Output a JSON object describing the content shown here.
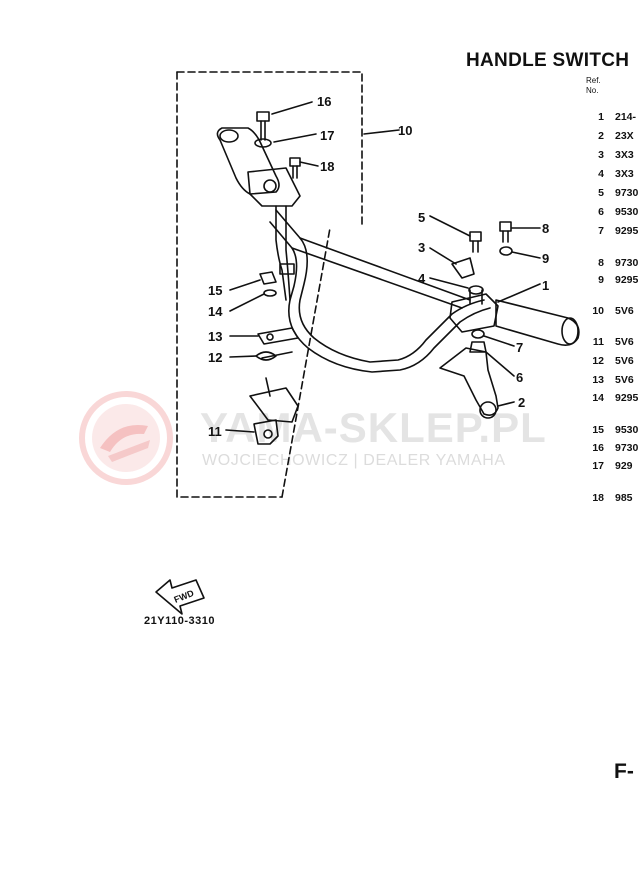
{
  "header": {
    "title": "HANDLE SWITCH"
  },
  "ref_table": {
    "header_ref": "Ref.",
    "header_no": "No.",
    "rows": [
      {
        "num": "1",
        "code": "214-"
      },
      {
        "num": "2",
        "code": "23X"
      },
      {
        "num": "3",
        "code": "3X3"
      },
      {
        "num": "4",
        "code": "3X3"
      },
      {
        "num": "5",
        "code": "9730"
      },
      {
        "num": "6",
        "code": "9530"
      },
      {
        "num": "7",
        "code": "9295"
      },
      {
        "num": "8",
        "code": "9730"
      },
      {
        "num": "9",
        "code": "9295"
      },
      {
        "num": "10",
        "code": "5V6"
      },
      {
        "num": "11",
        "code": "5V6"
      },
      {
        "num": "12",
        "code": "5V6"
      },
      {
        "num": "13",
        "code": "5V6"
      },
      {
        "num": "14",
        "code": "9295"
      },
      {
        "num": "15",
        "code": "9530"
      },
      {
        "num": "16",
        "code": "9730"
      },
      {
        "num": "17",
        "code": "929"
      },
      {
        "num": "18",
        "code": "985"
      }
    ]
  },
  "callouts": [
    "1",
    "2",
    "3",
    "4",
    "5",
    "6",
    "7",
    "8",
    "9",
    "10",
    "11",
    "12",
    "13",
    "14",
    "15",
    "16",
    "17",
    "18"
  ],
  "fwd_label": "FWD",
  "diagram_code": "21Y110-3310",
  "page_mark": "F-",
  "watermark": {
    "main": "YAMA-SKLEP.PL",
    "sub": "WOJCIECHOWICZ | DEALER YAMAHA",
    "color": "#e24b4b"
  }
}
